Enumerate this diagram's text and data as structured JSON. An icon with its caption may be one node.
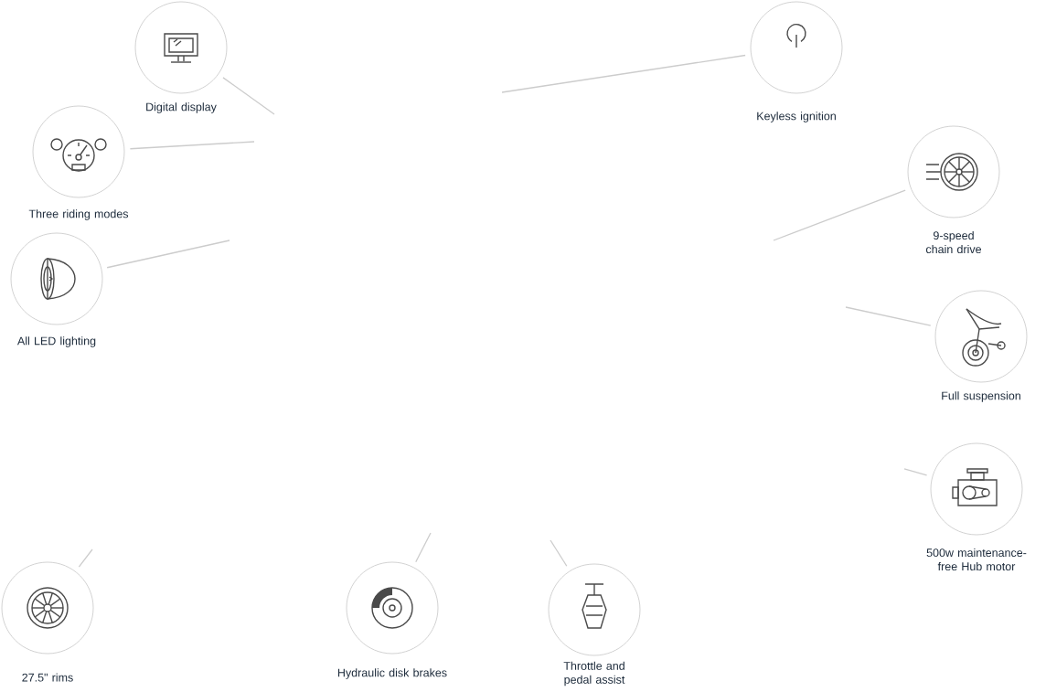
{
  "diagram": {
    "nodes": [
      {
        "text": [
          "Digital display"
        ]
      },
      {
        "text": [
          "Three riding modes"
        ]
      },
      {
        "text": [
          "All LED lighting"
        ]
      },
      {
        "text": [
          "Keyless ignition"
        ]
      },
      {
        "text": [
          "9-speed chain drive"
        ]
      },
      {
        "text": [
          "Full suspension"
        ]
      },
      {
        "text": [
          "500w maintenance-free Hub motor"
        ]
      },
      {
        "text": [
          "27.5\" rims"
        ]
      },
      {
        "text": [
          "Hydraulic disk brakes"
        ]
      },
      {
        "text": [
          "Throttle and pedal assist"
        ]
      }
    ],
    "edges": [
      {
        "from": 0,
        "to": null,
        "arrow": "none"
      },
      {
        "from": 1,
        "to": null,
        "arrow": "none"
      },
      {
        "from": 2,
        "to": null,
        "arrow": "none"
      },
      {
        "from": 3,
        "to": null,
        "arrow": "none"
      },
      {
        "from": 4,
        "to": null,
        "arrow": "none"
      },
      {
        "from": 5,
        "to": null,
        "arrow": "none"
      },
      {
        "from": 6,
        "to": null,
        "arrow": "none"
      },
      {
        "from": 7,
        "to": null,
        "arrow": "none"
      },
      {
        "from": 8,
        "to": null,
        "arrow": "none"
      },
      {
        "from": 9,
        "to": null,
        "arrow": "none"
      }
    ]
  }
}
